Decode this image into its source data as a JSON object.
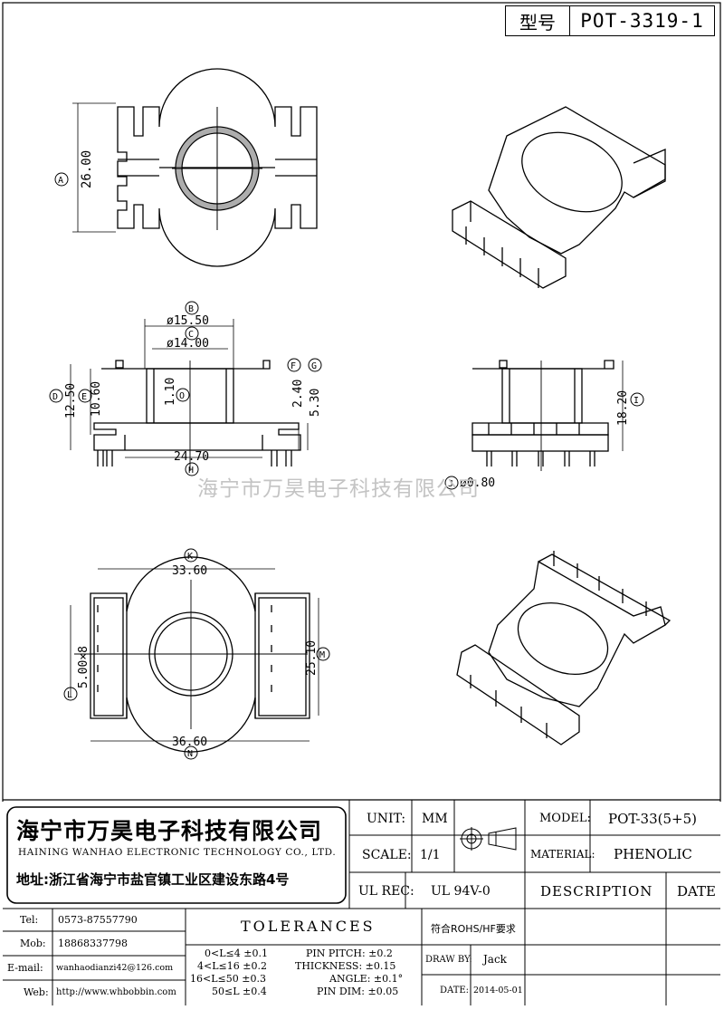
{
  "header": {
    "type_label": "型号",
    "type_value": "POT-3319-1"
  },
  "watermark": "海宁市万昊电子科技有限公司",
  "dims": {
    "A": "26.00",
    "B": "ø15.50",
    "C": "ø14.00",
    "D": "12.50",
    "E": "10.60",
    "O": "1.10",
    "F": "2.40",
    "G": "5.30",
    "H": "24.70",
    "I": "18.20",
    "J": "ø0.80",
    "K": "33.60",
    "L": "5.00×8",
    "M": "25.10",
    "N": "36.60"
  },
  "dim_letters": [
    "A",
    "B",
    "C",
    "D",
    "E",
    "F",
    "G",
    "H",
    "I",
    "J",
    "K",
    "L",
    "M",
    "N",
    "O"
  ],
  "company": {
    "name_cn": "海宁市万昊电子科技有限公司",
    "name_en": "HAINING WANHAO ELECTRONIC TECHNOLOGY CO., LTD.",
    "address": "地址:浙江省海宁市盐官镇工业区建设东路4号"
  },
  "contact": [
    {
      "label": "Tel:",
      "value": "0573-87557790"
    },
    {
      "label": "Mob:",
      "value": "18868337798"
    },
    {
      "label": "E-mail:",
      "value": "wanhaodianzi42@126.com"
    },
    {
      "label": "Web:",
      "value": "http://www.whbobbin.com"
    }
  ],
  "title_block": {
    "unit_label": "UNIT:",
    "unit_value": "MM",
    "scale_label": "SCALE:",
    "scale_value": "1/1",
    "ulrec_label": "UL REC:",
    "ulrec_value": "UL 94V-0",
    "model_label": "MODEL:",
    "model_value": "POT-33(5+5)",
    "material_label": "MATERIAL:",
    "material_value": "PHENOLIC",
    "description_label": "DESCRIPTION",
    "date_label": "DATE",
    "tolerances_title": "TOLERANCES",
    "rohs": "符合ROHS/HF要求",
    "tol_left": [
      "0<L≤4 ±0.1",
      "4<L≤16 ±0.2",
      "16<L≤50 ±0.3",
      "50≤L ±0.4"
    ],
    "tol_right": [
      "PIN PITCH: ±0.2",
      "THICKNESS: ±0.15",
      "ANGLE: ±0.1°",
      "PIN DIM: ±0.05"
    ],
    "draw_by_label": "DRAW BY:",
    "draw_by_value": "Jack",
    "date_field_label": "DATE:",
    "date_value": "2014-05-01"
  }
}
